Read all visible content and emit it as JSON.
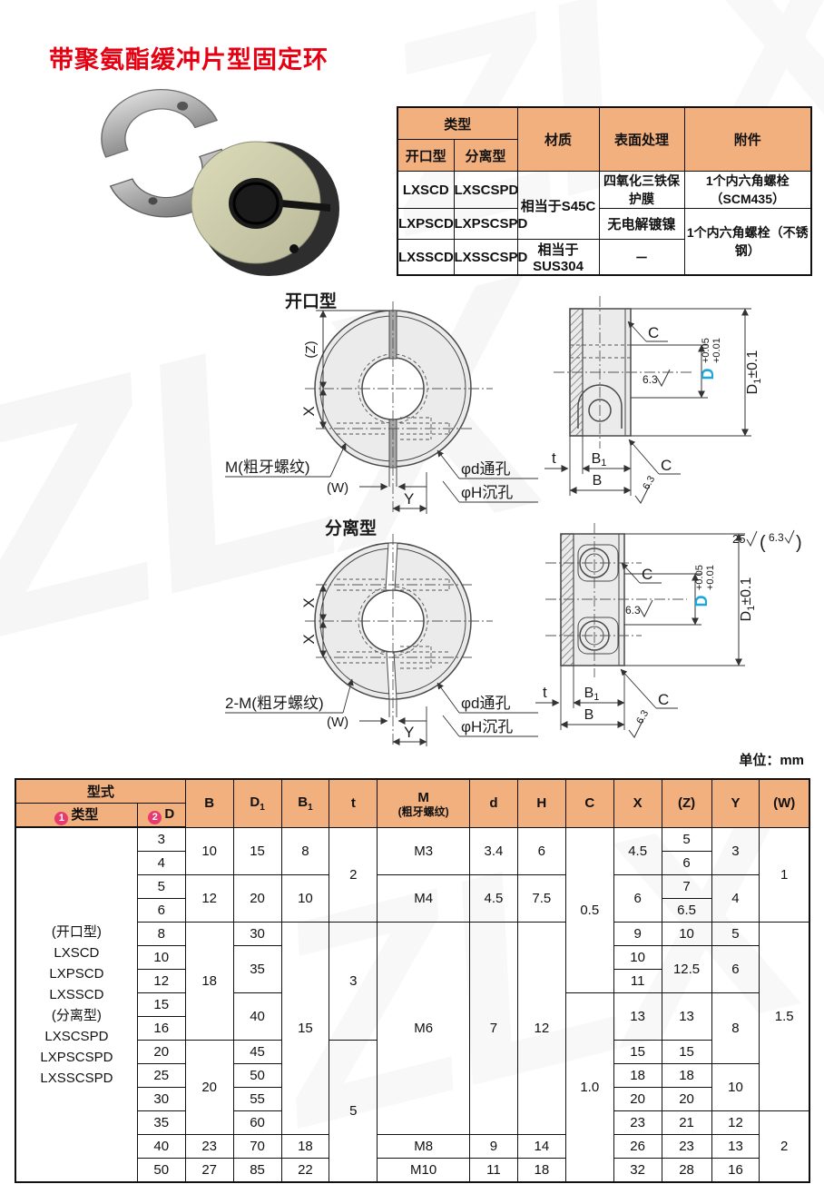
{
  "page": {
    "title": "带聚氨酯缓冲片型固定环",
    "unit_label": "单位：mm",
    "watermark": "ZLX"
  },
  "colors": {
    "title_red": "#e60012",
    "header_orange": "#f2b07e",
    "badge_pink": "#e73a6e",
    "dim_cyan": "#1aa7e0"
  },
  "spec_table": {
    "h_type": "类型",
    "h_open": "开口型",
    "h_split": "分离型",
    "h_material": "材质",
    "h_surface": "表面处理",
    "h_accessory": "附件",
    "r1": {
      "open": "LXSCD",
      "split": "LXSCSPD",
      "material": "相当于S45C",
      "surface": "四氧化三铁保护膜",
      "accessory": "1个内六角螺栓（SCM435）"
    },
    "r2": {
      "open": "LXPSCD",
      "split": "LXPSCSPD",
      "surface": "无电解镀镍",
      "accessory": "1个内六角螺栓（不锈钢）"
    },
    "r3": {
      "open": "LXSSCD",
      "split": "LXSSCSPD",
      "material": "相当于SUS304",
      "surface": "－"
    }
  },
  "diagrams": {
    "open": {
      "title": "开口型",
      "dim_z": "(Z)",
      "dim_x": "X",
      "dim_w": "(W)",
      "dim_y": "Y",
      "label_m": "M(粗牙螺纹)",
      "label_d_hole": "φd通孔",
      "label_h_hole": "φH沉孔",
      "sec_c_top": "C",
      "sec_c_bottom": "C",
      "rough_63": "6.3",
      "d_base": "D",
      "tol_up": "+0.05",
      "tol_low": "+0.01",
      "d1_base": "D",
      "d1_sub": "1",
      "d1_tol": "±0.1",
      "dim_t": "t",
      "b1_base": "B",
      "b1_sub": "1",
      "dim_b": "B",
      "rough_63_b": "6.3"
    },
    "split": {
      "title": "分离型",
      "dim_x_top": "X",
      "dim_x_bottom": "X",
      "dim_w": "(W)",
      "dim_y": "Y",
      "label_m": "2-M(粗牙螺纹)",
      "label_d_hole": "φd通孔",
      "label_h_hole": "φH沉孔",
      "sec_c_top": "C",
      "sec_c_bottom": "C",
      "rough_63": "6.3",
      "d_base": "D",
      "tol_up": "+0.05",
      "tol_low": "+0.01",
      "d1_base": "D",
      "d1_sub": "1",
      "d1_tol": "±0.1",
      "dim_t": "t",
      "b1_base": "B",
      "b1_sub": "1",
      "dim_b": "B",
      "rough_63_b": "6.3",
      "surface_25": "25",
      "surface_63": "6.3",
      "paren_open": "(",
      "paren_close": ")"
    }
  },
  "dim_table": {
    "h": {
      "xingshi": "型式",
      "badge1": "1",
      "type_label": "类型",
      "badge2": "2",
      "d_label": "D",
      "b": "B",
      "d1_base": "D",
      "d1_sub": "1",
      "b1_base": "B",
      "b1_sub": "1",
      "t": "t",
      "m1": "M",
      "m2": "(粗牙螺纹)",
      "d": "d",
      "hh": "H",
      "c": "C",
      "x": "X",
      "z": "(Z)",
      "y": "Y",
      "w": "(W)"
    },
    "type_lines": [
      "(开口型)",
      "LXSCD",
      "LXPSCD",
      "LXSSCD",
      "(分离型)",
      "LXSCSPD",
      "LXPSCSPD",
      "LXSSCSPD"
    ],
    "rows": [
      {
        "d": "3",
        "b": "10",
        "d1": "15",
        "b1": "8",
        "t": "2",
        "m": "M3",
        "dd": "3.4",
        "h": "6",
        "c": "0.5",
        "x": "4.5",
        "z": "5",
        "y": "3",
        "w": "1"
      },
      {
        "d": "4",
        "z": "6"
      },
      {
        "d": "5",
        "b": "12",
        "d1": "20",
        "b1": "10",
        "m": "M4",
        "dd": "4.5",
        "h": "7.5",
        "x": "6",
        "z": "7",
        "y": "4"
      },
      {
        "d": "6",
        "z": "6.5"
      },
      {
        "d": "8",
        "b": "18",
        "d1": "30",
        "b1": "15",
        "t": "3",
        "m": "M6",
        "dd": "7",
        "h": "12",
        "x": "9",
        "z": "10",
        "y": "5",
        "w": "1.5"
      },
      {
        "d": "10",
        "d1": "35",
        "x": "10",
        "z": "12.5",
        "y": "6"
      },
      {
        "d": "12",
        "x": "11"
      },
      {
        "d": "15",
        "d1": "40",
        "c": "1.0",
        "x": "13",
        "z": "13",
        "y": "8"
      },
      {
        "d": "16"
      },
      {
        "d": "20",
        "b": "20",
        "d1": "45",
        "t": "5",
        "x": "15",
        "z": "15"
      },
      {
        "d": "25",
        "d1": "50",
        "x": "18",
        "z": "18",
        "y": "10"
      },
      {
        "d": "30",
        "d1": "55",
        "x": "20",
        "z": "20"
      },
      {
        "d": "35",
        "d1": "60",
        "x": "23",
        "z": "21",
        "y": "12",
        "w": "2"
      },
      {
        "d": "40",
        "b": "23",
        "d1": "70",
        "b1": "18",
        "m": "M8",
        "dd": "9",
        "h": "14",
        "x": "26",
        "z": "23",
        "y": "13"
      },
      {
        "d": "50",
        "b": "27",
        "d1": "85",
        "b1": "22",
        "m": "M10",
        "dd": "11",
        "h": "18",
        "x": "32",
        "z": "28",
        "y": "16"
      }
    ]
  }
}
